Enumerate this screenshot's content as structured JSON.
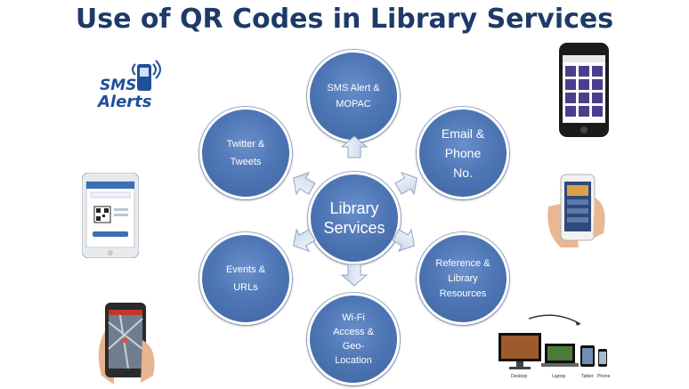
{
  "title": "Use of QR Codes in Library Services",
  "center_node": "Library\nServices",
  "nodes": {
    "sms": "SMS Alert &\nMOPAC",
    "email": "Email &\nPhone\nNo.",
    "reference": "Reference &\nLibrary\nResources",
    "wifi": "Wi-Fi\nAccess &\nGeo-\nLocation",
    "events": "Events &\nURLs",
    "twitter": "Twitter &\nTweets"
  },
  "sms_logo": {
    "line1": "SMS",
    "line2": "Alerts"
  },
  "devices": {
    "desktop": "Desktop",
    "laptop": "Laptop",
    "tablet": "Tablet",
    "phone": "Phone"
  },
  "colors": {
    "title": "#1f3a68",
    "circle": "#4f77b6",
    "arrow": "#dbe4ef"
  }
}
